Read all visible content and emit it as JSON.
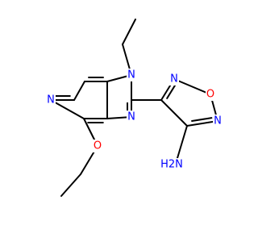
{
  "colors": {
    "bond": "#000000",
    "nitrogen": "#0000ff",
    "oxygen": "#ff0000",
    "background": "#ffffff"
  },
  "atoms": [
    {
      "id": "N1",
      "label": "N",
      "element": "N"
    },
    {
      "id": "N3",
      "label": "N",
      "element": "N"
    },
    {
      "id": "N5",
      "label": "N",
      "element": "N"
    },
    {
      "id": "O_ether",
      "label": "O",
      "element": "O"
    },
    {
      "id": "N_ox_top",
      "label": "N",
      "element": "N"
    },
    {
      "id": "O_ox",
      "label": "O",
      "element": "O"
    },
    {
      "id": "N_ox_bottom",
      "label": "N",
      "element": "N"
    },
    {
      "id": "NH2",
      "label": "H2N",
      "element": "N"
    }
  ]
}
